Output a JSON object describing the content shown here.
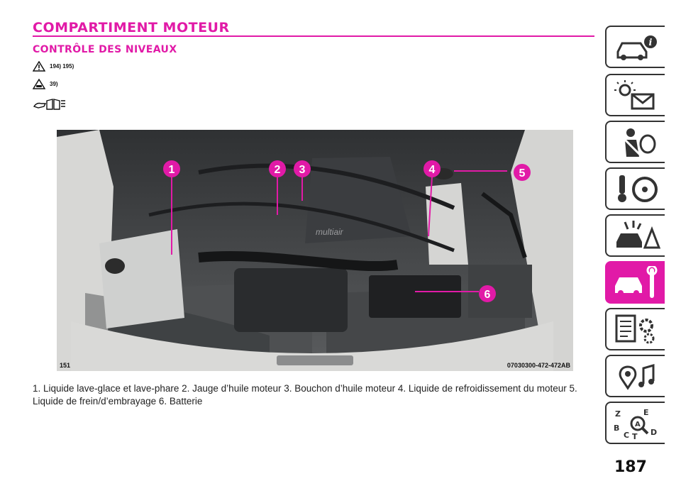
{
  "section": {
    "title": "COMPARTIMENT MOTEUR",
    "subtitle": "CONTRÔLE DES NIVEAUX"
  },
  "references": {
    "warning_refs": "194) 195)",
    "caution_refs": "39)"
  },
  "figure": {
    "callouts": [
      "1",
      "2",
      "3",
      "4",
      "5",
      "6"
    ],
    "engine_cover_text": "multiair",
    "figure_number": "151",
    "figure_code": "07030300-472-472AB",
    "caption": "1. Liquide lave-glace et lave-phare   2. Jauge d’huile moteur   3. Bouchon d’huile moteur   4. Liquide de refroidissement du moteur   5. Liquide de frein/d’embrayage   6. Batterie"
  },
  "page": {
    "number": "187"
  },
  "colors": {
    "accent": "#e11aa7",
    "tab_border": "#333333"
  },
  "sidebar_tabs": [
    {
      "icon": "car-info-icon",
      "active": false
    },
    {
      "icon": "warning-lights-icon",
      "active": false
    },
    {
      "icon": "safety-seatbelt-airbag-icon",
      "active": false
    },
    {
      "icon": "key-steering-wheel-icon",
      "active": false
    },
    {
      "icon": "car-accident-icon",
      "active": false
    },
    {
      "icon": "car-maintenance-wrench-icon",
      "active": true
    },
    {
      "icon": "technical-data-gears-icon",
      "active": false
    },
    {
      "icon": "multimedia-icon",
      "active": false
    },
    {
      "icon": "alphabetical-index-icon",
      "active": false
    }
  ]
}
